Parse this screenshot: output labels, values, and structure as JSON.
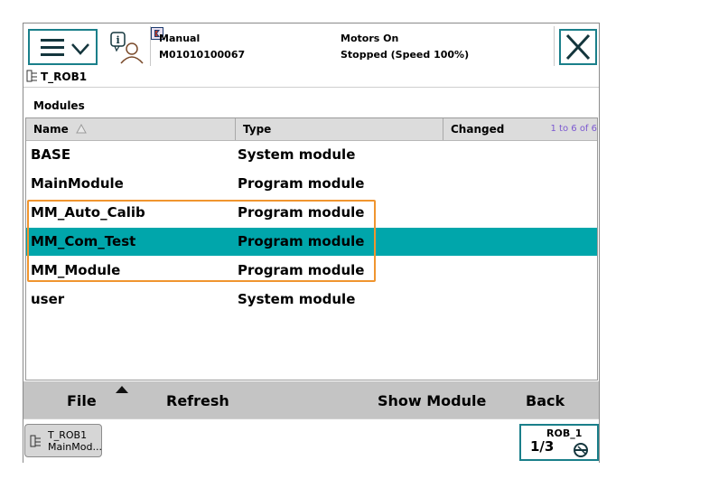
{
  "status": {
    "mode": "Manual",
    "controller_id": "M01010100067",
    "motors": "Motors On",
    "state": "Stopped (Speed 100%)"
  },
  "task": {
    "name": "T_ROB1"
  },
  "section_title": "Modules",
  "table": {
    "headers": {
      "name": "Name",
      "type": "Type",
      "changed": "Changed"
    },
    "range": "1 to 6 of 6",
    "rows": [
      {
        "name": "BASE",
        "type": "System module"
      },
      {
        "name": "MainModule",
        "type": "Program module"
      },
      {
        "name": "MM_Auto_Calib",
        "type": "Program module"
      },
      {
        "name": "MM_Com_Test",
        "type": "Program module"
      },
      {
        "name": "MM_Module",
        "type": "Program module"
      },
      {
        "name": "user",
        "type": "System module"
      }
    ],
    "selected_row": "MM_Com_Test"
  },
  "commands": {
    "file": "File",
    "refresh": "Refresh",
    "show_module": "Show Module",
    "back": "Back"
  },
  "taskbar": {
    "tile_line1": "T_ROB1",
    "tile_line2": "MainMod...",
    "robot_name": "ROB_1",
    "robot_fraction": "1/3"
  },
  "colors": {
    "accent": "#1a7f8a",
    "selected_row": "#00a6ab",
    "highlight": "#f0952f"
  },
  "icons": [
    "menu-icon",
    "chevron-down-icon",
    "info-person-icon",
    "flag-icon",
    "close-icon",
    "program-task-icon",
    "sort-ascending-icon",
    "caret-up-icon",
    "robot-state-icon"
  ]
}
